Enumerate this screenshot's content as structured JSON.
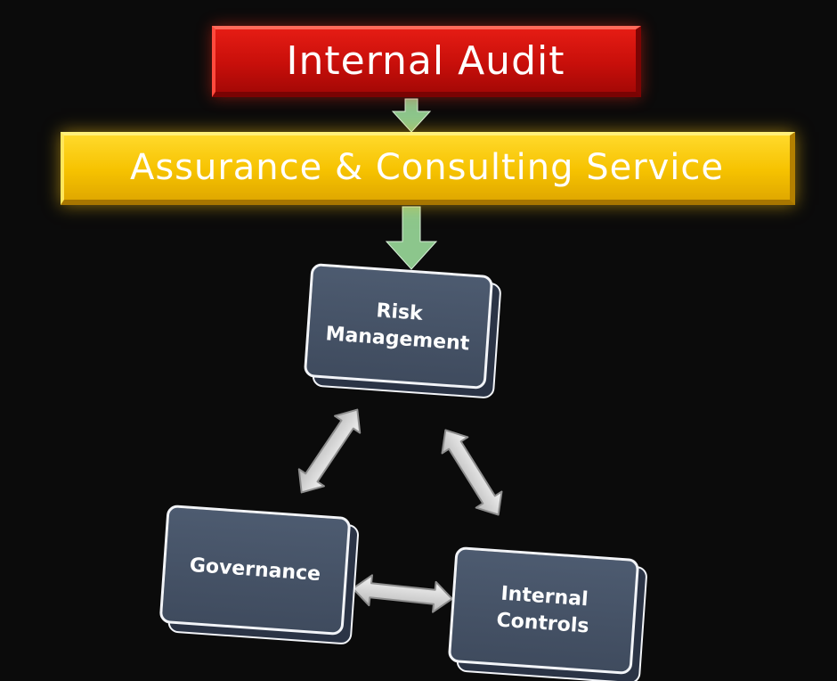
{
  "banners": {
    "top": "Internal Audit",
    "middle": "Assurance & Consulting Service"
  },
  "nodes": {
    "risk": [
      "Risk",
      "Management"
    ],
    "governance": [
      "Governance"
    ],
    "controls": [
      "Internal",
      "Controls"
    ]
  },
  "colors": {
    "background": "#0b0b0b",
    "red_banner": "#d01510",
    "yellow_banner": "#f6c200",
    "tile_face": "#46536a",
    "down_arrow": "#8cc68c",
    "double_arrow": "#d6d6d6"
  }
}
